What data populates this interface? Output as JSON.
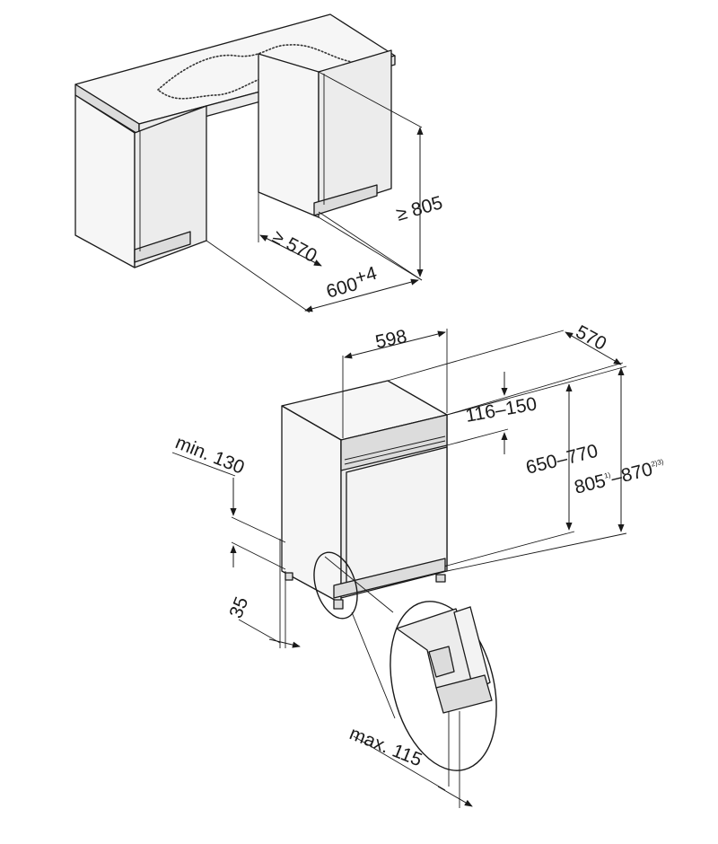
{
  "labels": {
    "niche_height": "≥ 805",
    "niche_depth": "≥ 570",
    "niche_width": "600",
    "niche_width_tolerance": "+4",
    "appliance_width": "598",
    "appliance_depth": "570",
    "door_recess": "116–150",
    "door_height": "650–770",
    "total_height_min": "805",
    "total_height_min_note": "1)",
    "total_height_sep": "–",
    "total_height_max": "870",
    "total_height_max_note": "2)3)",
    "plinth_min": "min. 130",
    "plinth_offset": "35",
    "plinth_max": "max. 115"
  }
}
